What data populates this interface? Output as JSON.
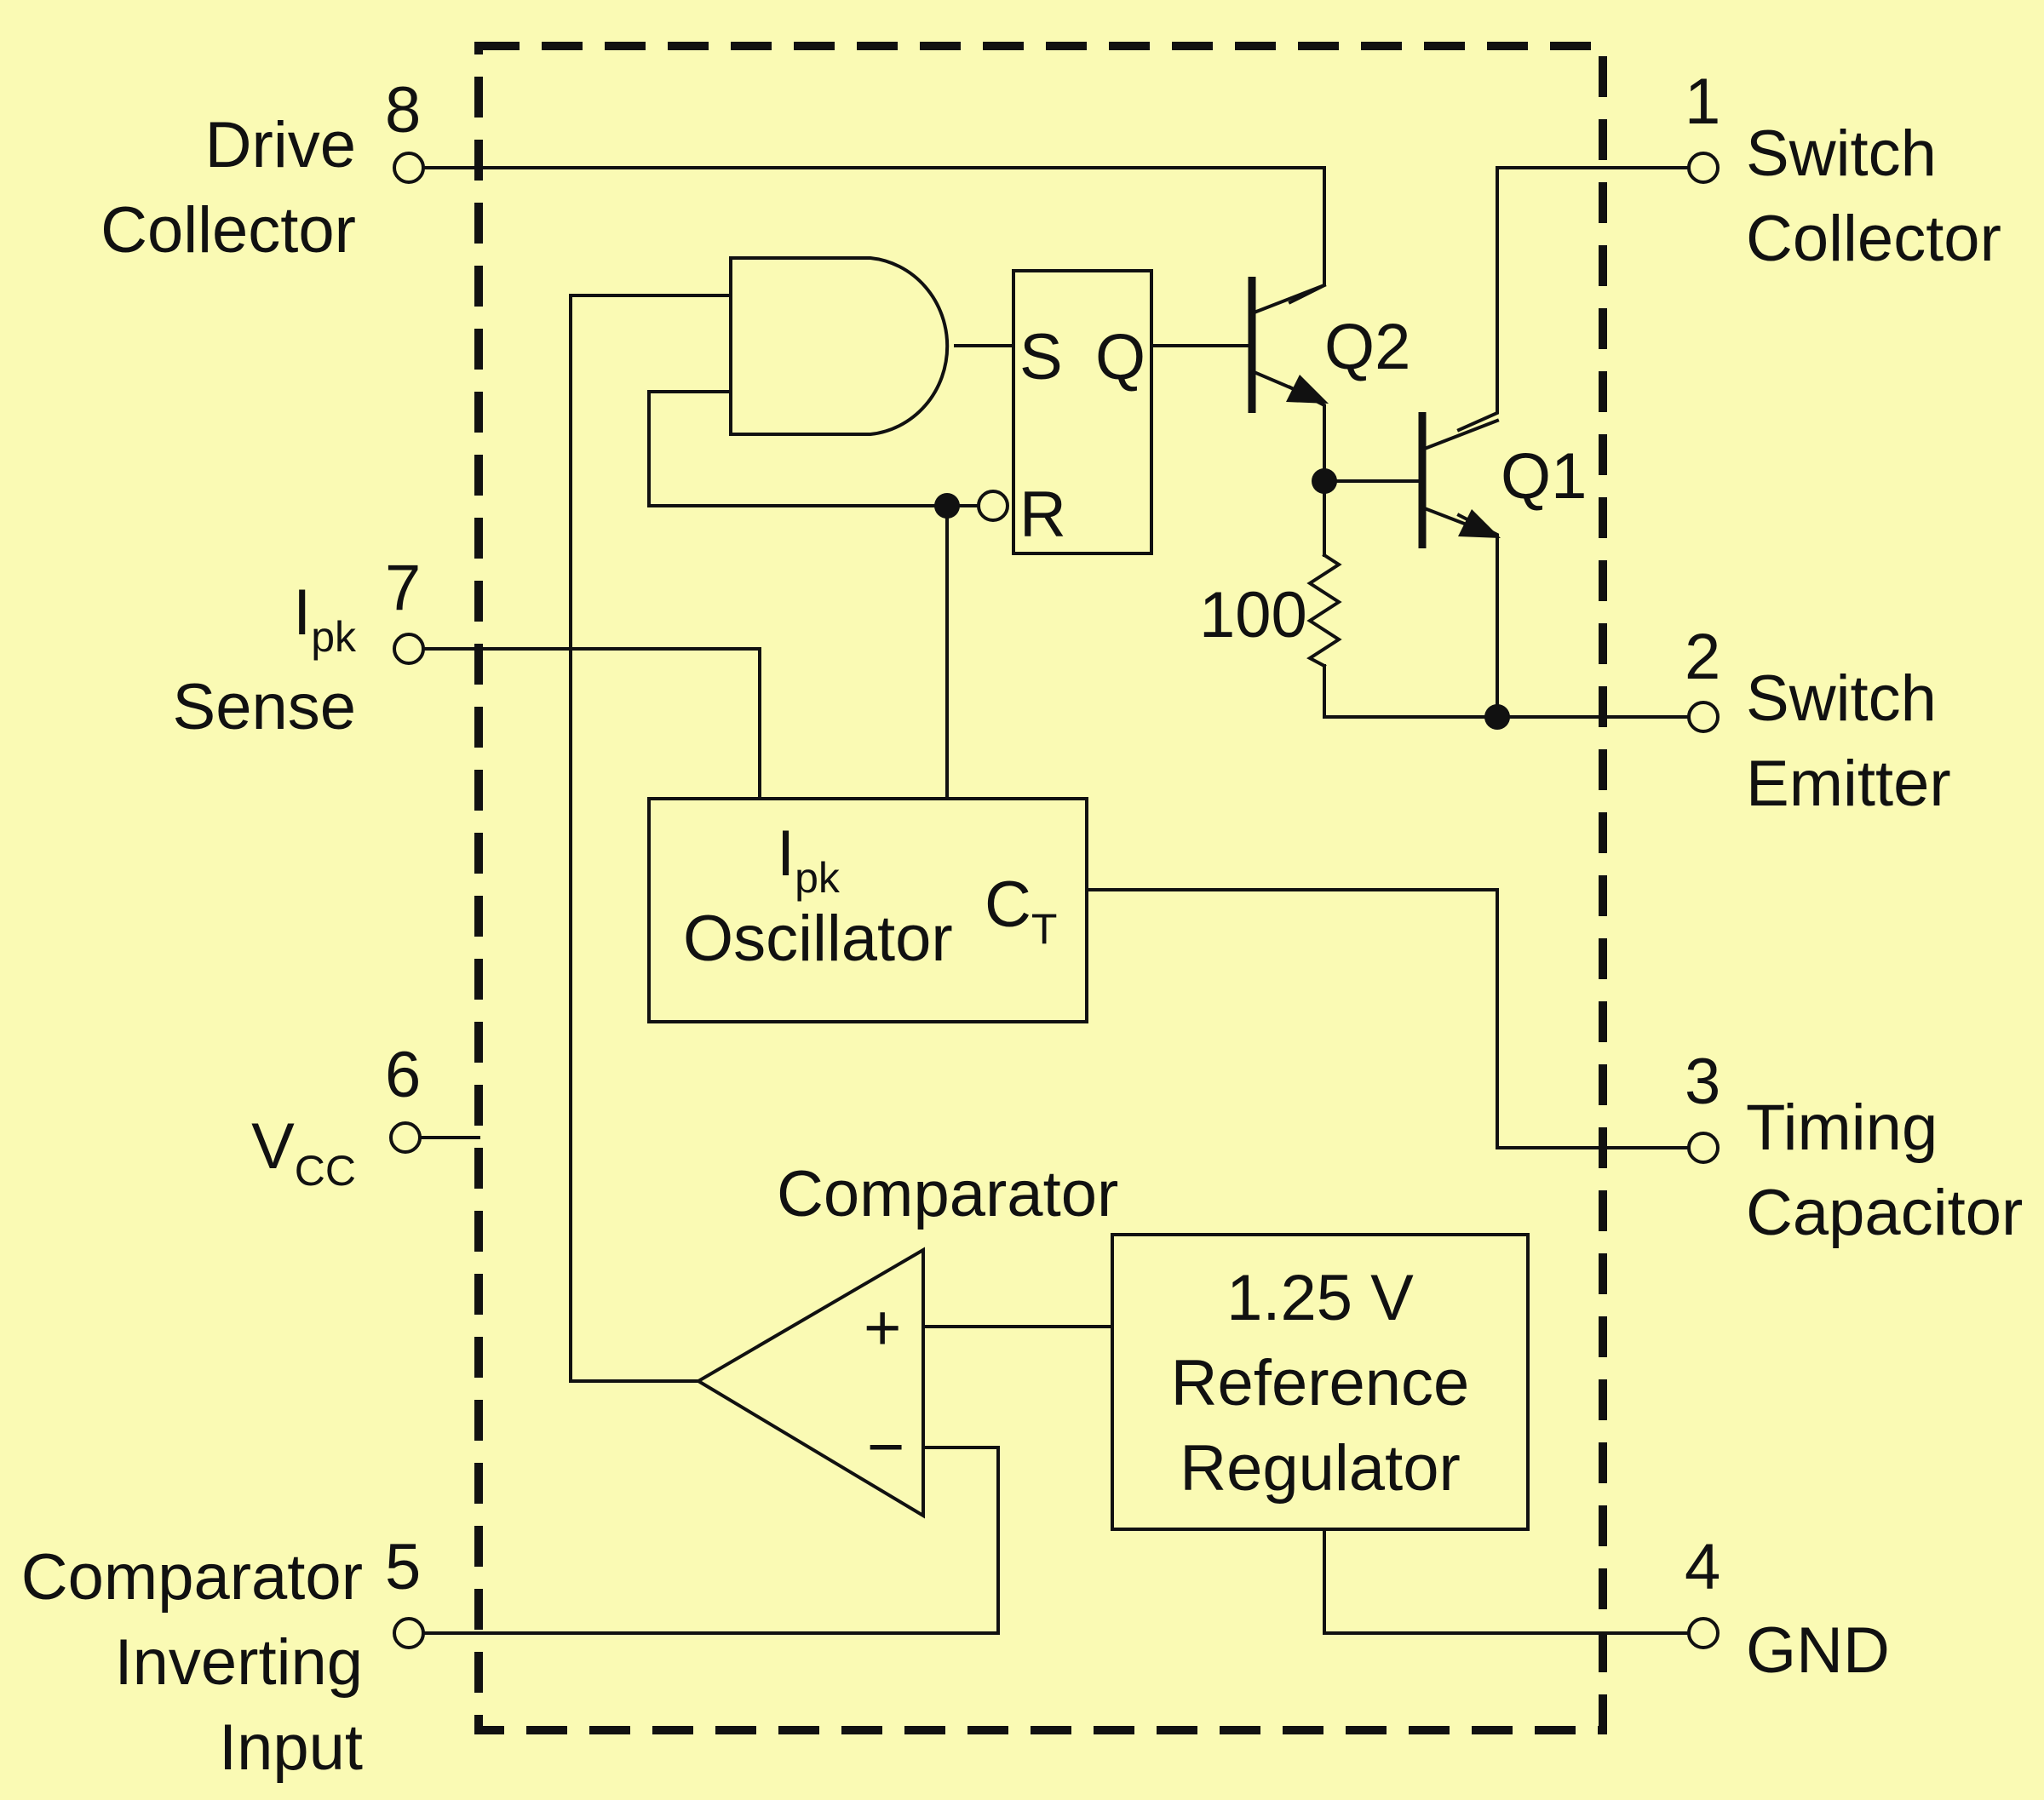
{
  "colors": {
    "background": "#fafab4",
    "ink": "#111111"
  },
  "pins": [
    {
      "number": "8",
      "line1": "Drive",
      "line2": "Collector"
    },
    {
      "number": "7",
      "line1": "I",
      "line1_sub": "pk",
      "line2": "Sense"
    },
    {
      "number": "6",
      "line1": "V",
      "line1_sub": "CC"
    },
    {
      "number": "5",
      "line1": "Comparator",
      "line2": "Inverting",
      "line3": "Input"
    },
    {
      "number": "1",
      "line1": "Switch",
      "line2": "Collector"
    },
    {
      "number": "2",
      "line1": "Switch",
      "line2": "Emitter"
    },
    {
      "number": "3",
      "line1": "Timing",
      "line2": "Capacitor"
    },
    {
      "number": "4",
      "line1": "GND"
    }
  ],
  "blocks": {
    "latch": {
      "set_label": "S",
      "output_label": "Q",
      "reset_label": "R"
    },
    "oscillator": {
      "label_i": "I",
      "label_i_sub": "pk",
      "label": "Oscillator",
      "ct_label": "C",
      "ct_sub": "T"
    },
    "comparator": {
      "label": "Comparator",
      "plus": "+",
      "minus": "−"
    },
    "reference": {
      "line1": "1.25 V",
      "line2": "Reference",
      "line3": "Regulator"
    }
  },
  "transistors": {
    "q1": "Q1",
    "q2": "Q2"
  },
  "resistor": {
    "value": "100"
  }
}
